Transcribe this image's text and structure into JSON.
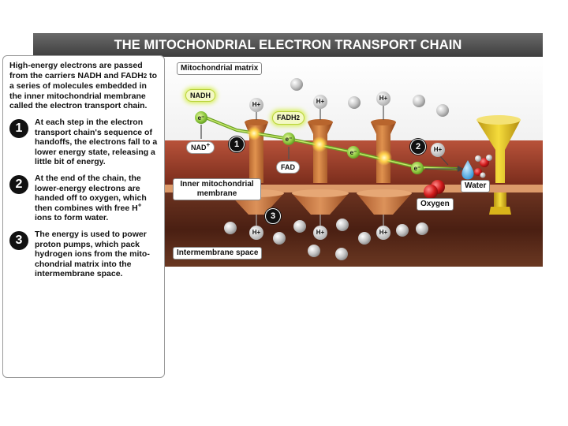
{
  "header": {
    "title": "THE MITOCHONDRIAL ELECTRON TRANSPORT CHAIN"
  },
  "sidebar": {
    "intro_a": "High-energy electrons are passed from the carriers NADH and FADH",
    "intro_sub": "2",
    "intro_b": " to a series of molecules embedded in the inner mitochondrial membrane called the electron transport chain.",
    "steps": [
      {
        "number": "1",
        "text": "At each step in the electron transport chain's sequence of handoffs, the electrons fall to a lower energy state, releasing a little bit of energy."
      },
      {
        "number": "2",
        "text_a": "At the end of the chain, the lower-energy electrons are handed off to oxygen, which then combines with free H",
        "text_sup": "+",
        "text_b": " ions to form water."
      },
      {
        "number": "3",
        "text": "The energy is used to power proton pumps, which pack hydrogen ions from the mito-chondrial matrix into the intermembrane space."
      }
    ]
  },
  "labels": {
    "matrix": "Mitochondrial matrix",
    "inner_membrane": "Inner mitochondrial membrane",
    "intermembrane": "Intermembrane space",
    "water": "Water",
    "oxygen": "Oxygen"
  },
  "molecules": {
    "nadh": "NADH",
    "nad": "NAD",
    "fadh": "FADH",
    "fadh_sub": "2",
    "fad": "FAD",
    "plus": "+",
    "electron": "e⁻",
    "h": "H",
    "h_plus": "+"
  },
  "markers": [
    "1",
    "2",
    "3"
  ],
  "colors": {
    "membrane_red": "#a03d22",
    "matrix_brown": "#5a2a1a",
    "pump_orange": "#c8733a",
    "funnel_yellow": "#e3c21d",
    "electron_green": "#8ac43a",
    "oxygen_red": "#d01d1d"
  }
}
